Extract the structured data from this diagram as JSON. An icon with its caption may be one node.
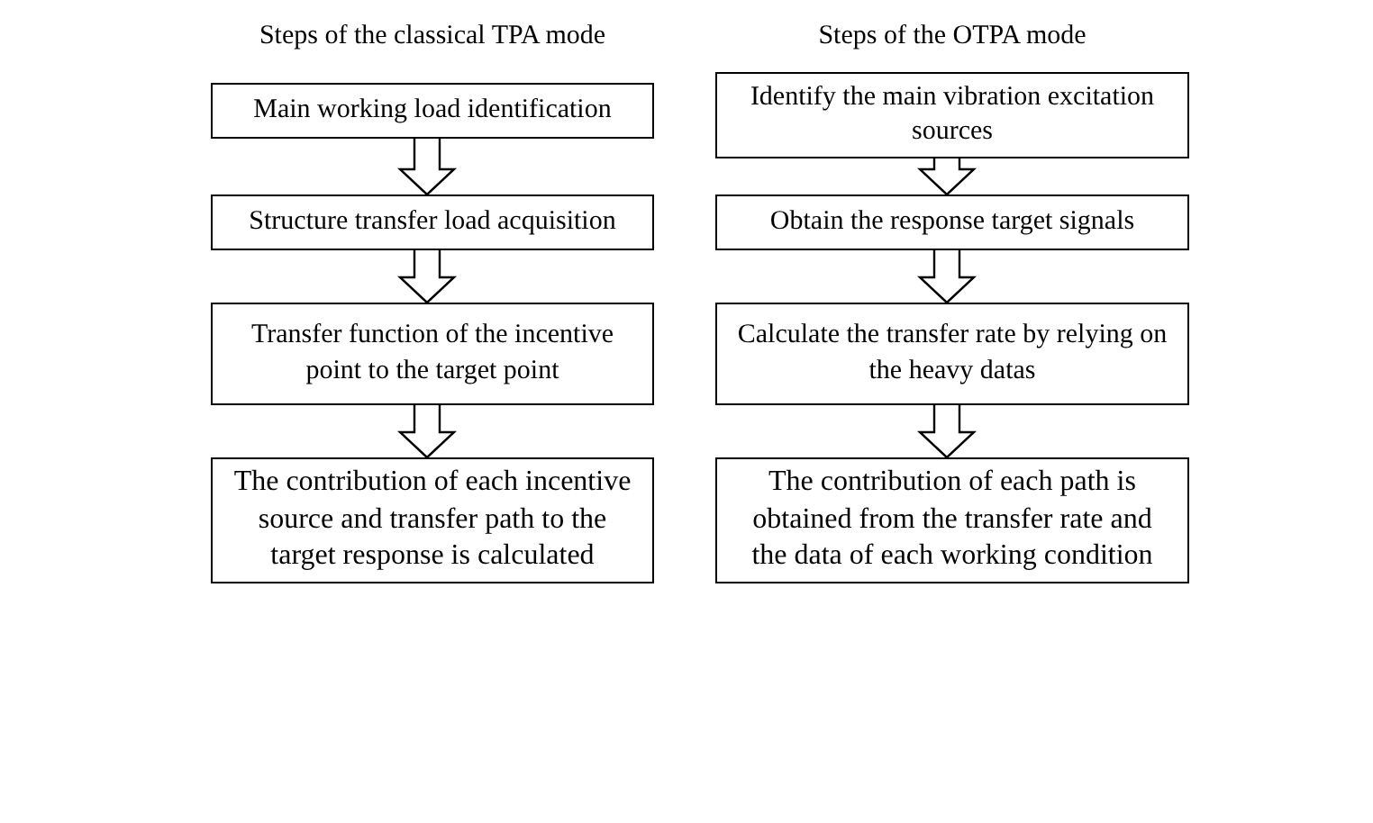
{
  "diagram": {
    "nodes": [
      {
        "text": [
          "Main working load identification"
        ]
      },
      {
        "text": [
          "Structure transfer load acquisition"
        ]
      },
      {
        "text": [
          "Transfer function of the incentive point to the target point"
        ]
      },
      {
        "text": [
          "The contribution of each incentive source and transfer path to the target response is calculated"
        ]
      },
      {
        "text": [
          "Identify the main vibration excitation sources"
        ]
      },
      {
        "text": [
          "Obtain the response target signals"
        ]
      },
      {
        "text": [
          "Calculate the transfer rate by relying on the heavy datas"
        ]
      },
      {
        "text": [
          "The contribution of each path is obtained from the transfer rate and the data of each working condition"
        ]
      }
    ],
    "edges": [
      {
        "from": 0,
        "to": 1,
        "arrow": "to"
      },
      {
        "from": 1,
        "to": 2,
        "arrow": "to"
      },
      {
        "from": 2,
        "to": 3,
        "arrow": "to"
      },
      {
        "from": 4,
        "to": 5,
        "arrow": "to"
      },
      {
        "from": 5,
        "to": 6,
        "arrow": "to"
      },
      {
        "from": 6,
        "to": 7,
        "arrow": "to"
      }
    ],
    "labels": [
      "Steps of the classical TPA mode",
      "Steps of the OTPA mode"
    ]
  }
}
